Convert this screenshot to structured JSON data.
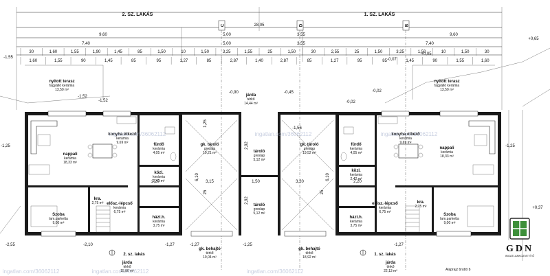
{
  "headers": {
    "left": "2. SZ. LAKÁS",
    "right": "1. SZ. LAKÁS"
  },
  "axes": {
    "c": "C",
    "d": "D",
    "b": "B"
  },
  "top_dims": {
    "total": "28,05",
    "row1": [
      "9,60",
      "5,00",
      "3,55",
      "9,60"
    ],
    "row2": [
      "7,40",
      "5,00",
      "3,55",
      "7,40"
    ],
    "row3": [
      "30",
      "1,60",
      "1,55",
      "1,90",
      "1,45",
      "85",
      "1,50",
      "10",
      "1,50",
      "3,25",
      "1,55",
      "25",
      "1,50",
      "30",
      "2,55",
      "25",
      "1,50",
      "3,25",
      "1,50",
      "10",
      "1,50",
      "30"
    ],
    "row4": [
      "1,60",
      "1,55",
      "90",
      "1,45",
      "85",
      "95",
      "1,27",
      "85",
      "2,87",
      "1,40",
      "2,87",
      "85",
      "1,27",
      "95",
      "85",
      "1,45",
      "90",
      "1,55",
      "1,60"
    ]
  },
  "levels": [
    "-1,55",
    "-1,52",
    "-0,90",
    "-0,45",
    "-0,02",
    "-0,02",
    "-1,52",
    "-1,56",
    "+0,05",
    "+0,65",
    "-0,07",
    "+0,37",
    "-1,27",
    "-1,27",
    "-1,25",
    "-1,27",
    "-2,10",
    "-2,55",
    "-1,25",
    "-1,25"
  ],
  "rooms": [
    {
      "id": "terasz-2",
      "name": "nyitott terasz",
      "mat": "fagyálló kerámia",
      "area": "13,50 m²"
    },
    {
      "id": "terasz-1",
      "name": "nyitott terasz",
      "mat": "fagyálló kerámia",
      "area": "13,50 m²"
    },
    {
      "id": "jarda-top",
      "name": "járda",
      "mat": "térkő",
      "area": "14,44 m²"
    },
    {
      "id": "konyha-2",
      "name": "konyha étkező",
      "mat": "kerámia",
      "area": "9,69 m²"
    },
    {
      "id": "konyha-1",
      "name": "konyha étkező",
      "mat": "kerámia",
      "area": "9,69 m²"
    },
    {
      "id": "nappali-2",
      "name": "nappali",
      "mat": "kerámia",
      "area": "18,33 m²"
    },
    {
      "id": "nappali-1",
      "name": "nappali",
      "mat": "kerámia",
      "area": "18,33 m²"
    },
    {
      "id": "furdo-2",
      "name": "fürdő",
      "mat": "kerámia",
      "area": "4,05 m²"
    },
    {
      "id": "furdo-1",
      "name": "fürdő",
      "mat": "kerámia",
      "area": "4,05 m²"
    },
    {
      "id": "gk-tarolo-2",
      "name": "gk. tároló",
      "mat": "greslap",
      "area": "19,21 m²"
    },
    {
      "id": "gk-tarolo-1",
      "name": "gk. tároló",
      "mat": "greslap",
      "area": "19,52 m²"
    },
    {
      "id": "tarolo-up",
      "name": "tároló",
      "mat": "greslap",
      "area": "5,12 m²"
    },
    {
      "id": "tarolo-down",
      "name": "tároló",
      "mat": "greslap",
      "area": "5,12 m²"
    },
    {
      "id": "kozl-2",
      "name": "közl.",
      "mat": "kerámia",
      "area": "2,42 m²"
    },
    {
      "id": "kozl-1",
      "name": "közl.",
      "mat": "kerámia",
      "area": "2,42 m²"
    },
    {
      "id": "szoba-2",
      "name": "Szoba",
      "mat": "lam.parketta",
      "area": "9,00 m²"
    },
    {
      "id": "szoba-1",
      "name": "Szoba",
      "mat": "lam.parketta",
      "area": "9,00 m²"
    },
    {
      "id": "kra-2",
      "name": "kra.",
      "mat": "",
      "area": "2,75 m²"
    },
    {
      "id": "kra-1",
      "name": "kra.",
      "mat": "",
      "area": "2,75 m²"
    },
    {
      "id": "eloszt-2",
      "name": "elősz.-lépcső",
      "mat": "kerámia",
      "area": "6,75 m²"
    },
    {
      "id": "eloszt-1",
      "name": "elősz.-lépcső",
      "mat": "kerámia",
      "area": "6,75 m²"
    },
    {
      "id": "hazt-2",
      "name": "házt.h.",
      "mat": "kerámia",
      "area": "3,75 m²"
    },
    {
      "id": "hazt-1",
      "name": "házt.h.",
      "mat": "kerámia",
      "area": "3,75 m²"
    },
    {
      "id": "behajto-2",
      "name": "gk. behajtó",
      "mat": "térkő",
      "area": "19,04 m²"
    },
    {
      "id": "behajto-1",
      "name": "gk. behajtó",
      "mat": "térkő",
      "area": "18,92 m²"
    },
    {
      "id": "jarda-2",
      "name": "járda",
      "mat": "térkő",
      "area": "15,86 m²"
    },
    {
      "id": "jarda-1",
      "name": "járda",
      "mat": "térkő",
      "area": "22,13 m²"
    }
  ],
  "unit_labels": {
    "left": "2. sz. lakás",
    "right": "1. sz. lakás"
  },
  "inner_dims": [
    "6,10",
    "6,10",
    "3,15",
    "1,50",
    "3,20",
    "2,20",
    "2,20",
    "2,92",
    "2,92",
    "25",
    "25",
    "1,25"
  ],
  "footer_note": "Alaprajz bruttó b",
  "watermarks": [
    "ingatlan.com/36062112",
    "ingatlan.com/36062112",
    "ingatlan.com/36062112",
    "ingatlan.com/36062112",
    "ingatlan.com/36062112",
    "ingatlan.com/36062112"
  ],
  "logo": {
    "text": "GDN",
    "sub": "INGATLANKÖZVETÍTŐ"
  }
}
